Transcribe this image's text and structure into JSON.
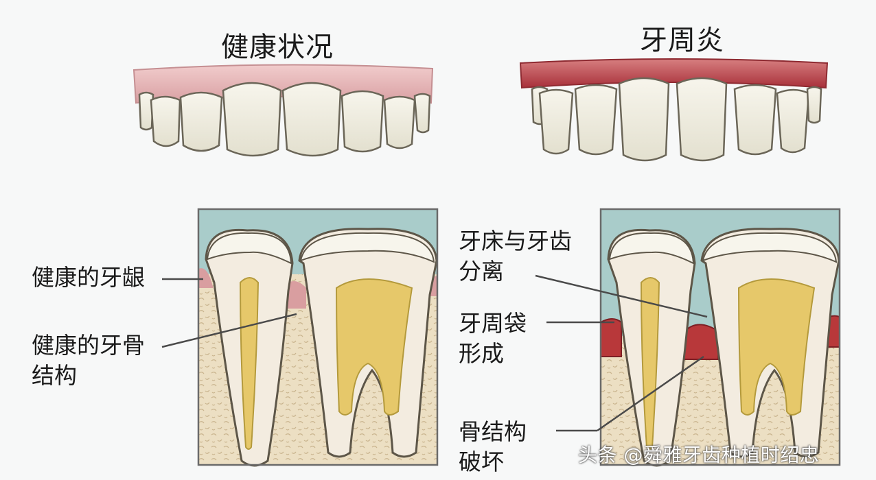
{
  "titles": {
    "healthy": "健康状况",
    "periodontitis": "牙周炎"
  },
  "labels": {
    "healthy_gum": "健康的牙龈",
    "healthy_bone": "健康的牙骨\n结构",
    "gum_separation": "牙床与牙齿\n分离",
    "pocket_formation": "牙周袋\n形成",
    "bone_destruction": "骨结构\n破坏"
  },
  "watermark": "头条 @舜雅牙齿种植时绍忠",
  "colors": {
    "background": "#f7f8f8",
    "tooth_enamel": "#f2f0e4",
    "healthy_gum": "#e8b9b9",
    "inflamed_gum": "#b8383a",
    "pulp": "#e6c86a",
    "bone": "#eadcbe",
    "water": "#a9ccca"
  }
}
